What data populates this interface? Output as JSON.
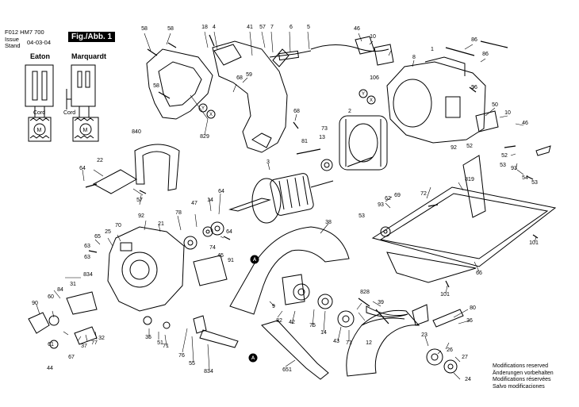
{
  "header": {
    "model": "F012 HM7 700",
    "issue_label": "Issue",
    "stand_label": "Stand",
    "date": "04-03-04",
    "figure": "Fig./Abb. 1"
  },
  "switch_variants": [
    "Eaton",
    "Marquardt"
  ],
  "cord_label": "Cord",
  "motor_symbol": "M",
  "modifications": [
    "Modifications reserved",
    "Änderungen vorbehalten",
    "Modifications réservées",
    "Salvo modificaciones"
  ],
  "callout_markers": [
    "A",
    "X",
    "Y"
  ],
  "part_labels": [
    "58",
    "58",
    "58",
    "18",
    "4",
    "41",
    "57",
    "7",
    "6",
    "5",
    "46",
    "10",
    "86",
    "1",
    "8",
    "86",
    "106",
    "68",
    "59",
    "829",
    "68",
    "56",
    "50",
    "10",
    "46",
    "2",
    "73",
    "13",
    "81",
    "92",
    "52",
    "52",
    "53",
    "93",
    "54",
    "53",
    "840",
    "22",
    "64",
    "57",
    "3",
    "819",
    "69",
    "72",
    "93",
    "53",
    "62",
    "63",
    "101",
    "66",
    "101",
    "92",
    "21",
    "78",
    "47",
    "14",
    "64",
    "64",
    "65",
    "70",
    "25",
    "63",
    "74",
    "45",
    "91",
    "834",
    "84",
    "31",
    "60",
    "90",
    "61",
    "44",
    "67",
    "37",
    "77",
    "32",
    "35",
    "51",
    "71",
    "76",
    "55",
    "834",
    "38",
    "9",
    "82",
    "42",
    "75",
    "14",
    "43",
    "71",
    "828",
    "39",
    "80",
    "36",
    "23",
    "26",
    "27",
    "24",
    "651",
    "12"
  ]
}
